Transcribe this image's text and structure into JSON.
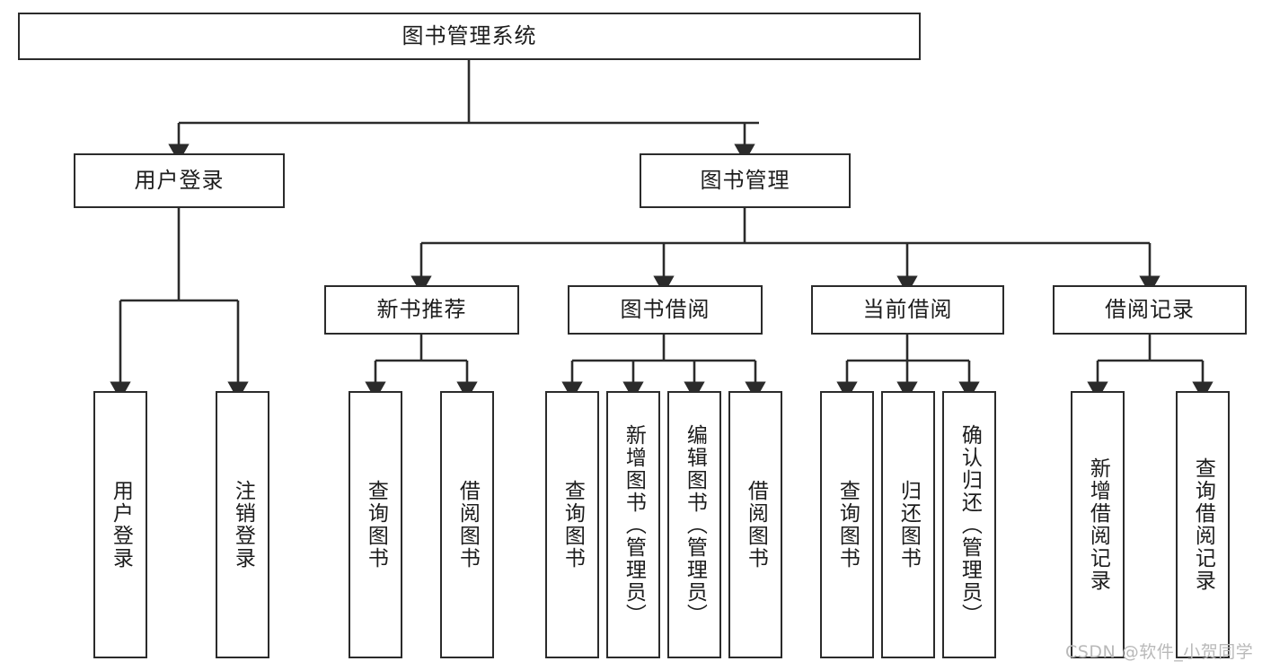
{
  "diagram": {
    "title": "图书管理系统",
    "type": "hierarchy-tree",
    "watermark": "CSDN @软件_小贺同学",
    "colors": {
      "background": "#ffffff",
      "border": "#2b2b2b",
      "text": "#1c1c1c",
      "connector": "#2b2b2b",
      "watermark": "#b9b9b9"
    },
    "root": {
      "label": "图书管理系统"
    },
    "level2": [
      {
        "label": "用户登录"
      },
      {
        "label": "图书管理"
      }
    ],
    "level3": [
      {
        "label": "新书推荐"
      },
      {
        "label": "图书借阅"
      },
      {
        "label": "当前借阅"
      },
      {
        "label": "借阅记录"
      }
    ],
    "leaves": {
      "user_login": [
        {
          "label": "用户登录"
        },
        {
          "label": "注销登录"
        }
      ],
      "new_book_recommend": [
        {
          "label": "查询图书"
        },
        {
          "label": "借阅图书"
        }
      ],
      "book_borrow": [
        {
          "label": "查询图书"
        },
        {
          "label": "新增图书（管理员）"
        },
        {
          "label": "编辑图书（管理员）"
        },
        {
          "label": "借阅图书"
        }
      ],
      "current_borrow": [
        {
          "label": "查询图书"
        },
        {
          "label": "归还图书"
        },
        {
          "label": "确认归还（管理员）"
        }
      ],
      "borrow_record": [
        {
          "label": "新增借阅记录"
        },
        {
          "label": "查询借阅记录"
        }
      ]
    }
  }
}
